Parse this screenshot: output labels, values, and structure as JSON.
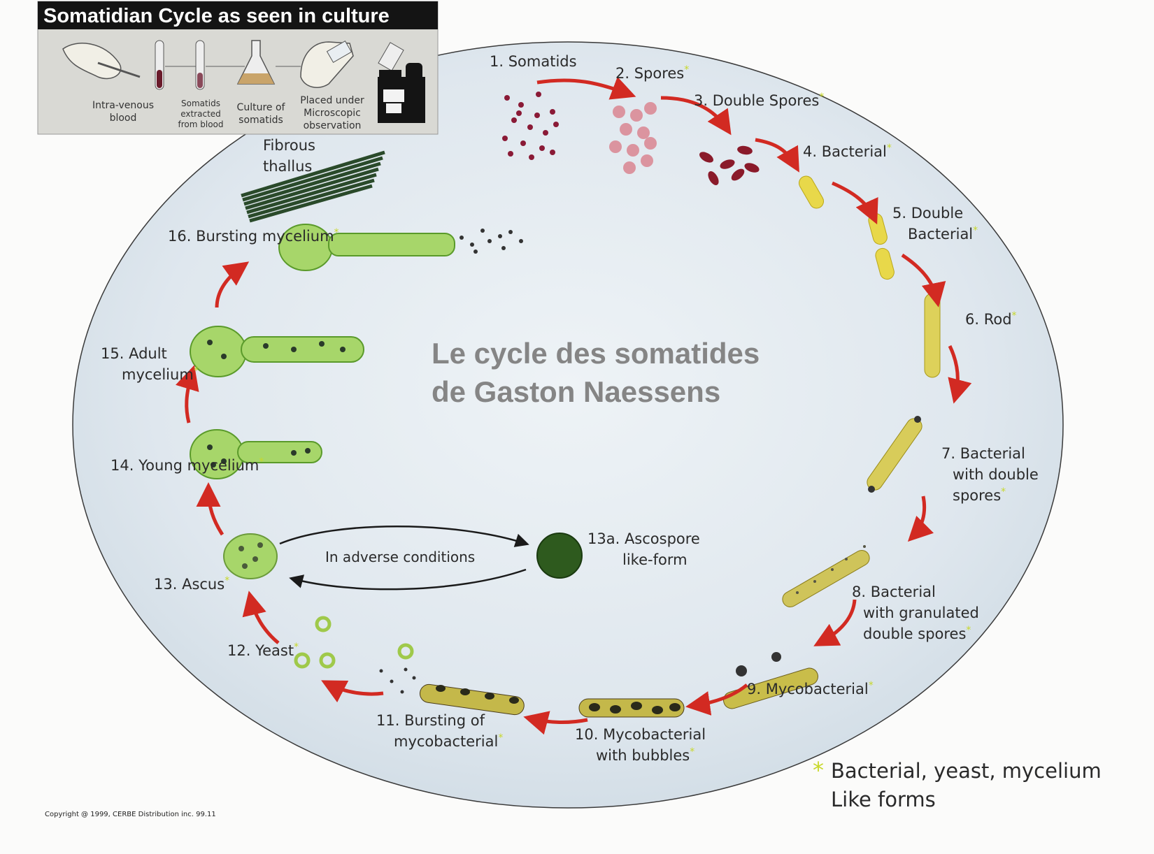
{
  "header": {
    "title": "Somatidian Cycle as seen in culture",
    "steps": [
      "Intra-venous blood",
      "Somatids extracted from blood",
      "Culture of somatids",
      "Placed under Microscopic observation"
    ]
  },
  "main_title": {
    "line1": "Le cycle des somatides",
    "line2": "de Gaston Naessens"
  },
  "stages": [
    {
      "id": "s1",
      "label": "1. Somatids",
      "star": false
    },
    {
      "id": "s2",
      "label": "2. Spores",
      "star": true
    },
    {
      "id": "s3",
      "label": "3. Double Spores",
      "star": true
    },
    {
      "id": "s4",
      "label": "4. Bacterial",
      "star": true
    },
    {
      "id": "s5",
      "label": "5. Double Bacterial",
      "star": true
    },
    {
      "id": "s6",
      "label": "6. Rod",
      "star": true
    },
    {
      "id": "s7",
      "label": "7. Bacterial with double spores",
      "star": true
    },
    {
      "id": "s8",
      "label": "8. Bacterial with granulated double spores",
      "star": true
    },
    {
      "id": "s9",
      "label": "9. Mycobacterial",
      "star": true
    },
    {
      "id": "s10",
      "label": "10. Mycobacterial with bubbles",
      "star": true
    },
    {
      "id": "s11",
      "label": "11. Bursting of mycobacterial",
      "star": true
    },
    {
      "id": "s12",
      "label": "12. Yeast",
      "star": true
    },
    {
      "id": "s13",
      "label": "13. Ascus",
      "star": true
    },
    {
      "id": "s13a",
      "label": "13a. Ascospore like-form",
      "star": false
    },
    {
      "id": "s14",
      "label": "14. Young mycelium",
      "star": true
    },
    {
      "id": "s15",
      "label": "15. Adult mycelium",
      "star": true
    },
    {
      "id": "s16",
      "label": "16. Bursting mycelium",
      "star": true
    },
    {
      "id": "fibrous",
      "label": "Fibrous thallus",
      "star": false
    }
  ],
  "adverse_label": "In adverse conditions",
  "legend": {
    "symbol": "*",
    "line1": "Bacterial, yeast, mycelium",
    "line2": "Like forms"
  },
  "copyright": "Copyright @ 1999, CERBE Distribution inc. 99.11",
  "colors": {
    "arrow": "#d22a22",
    "ellipse": "#dfe8ef",
    "somatid": "#8a1a36",
    "spore": "#d98591",
    "bacterial": "#e8d84a",
    "mycelium": "#a7d66a",
    "star": "#c8d82a"
  }
}
